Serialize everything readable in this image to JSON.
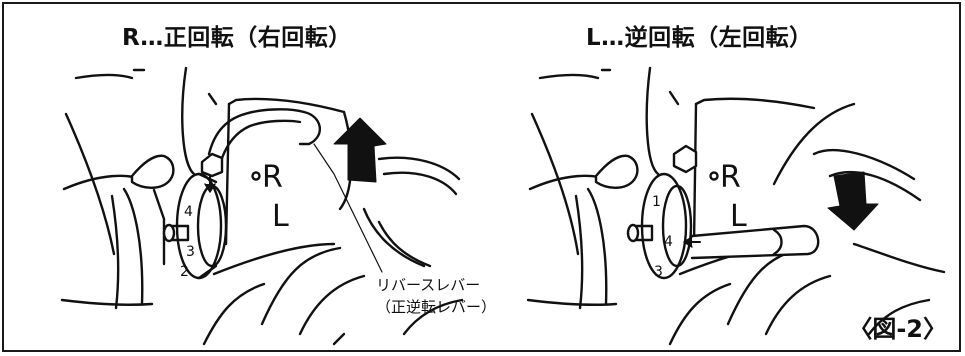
{
  "panels": {
    "right_rotation_title": "R…正回転（右回転）",
    "left_rotation_title": "L…逆回転（左回転）"
  },
  "callout": {
    "line1": "リバースレバー",
    "line2": "（正逆転レバー）"
  },
  "figure_label": "〈図-2〉",
  "dial": {
    "markings": [
      "R",
      "L"
    ],
    "numbers": [
      "1",
      "4",
      "3",
      "2"
    ]
  }
}
